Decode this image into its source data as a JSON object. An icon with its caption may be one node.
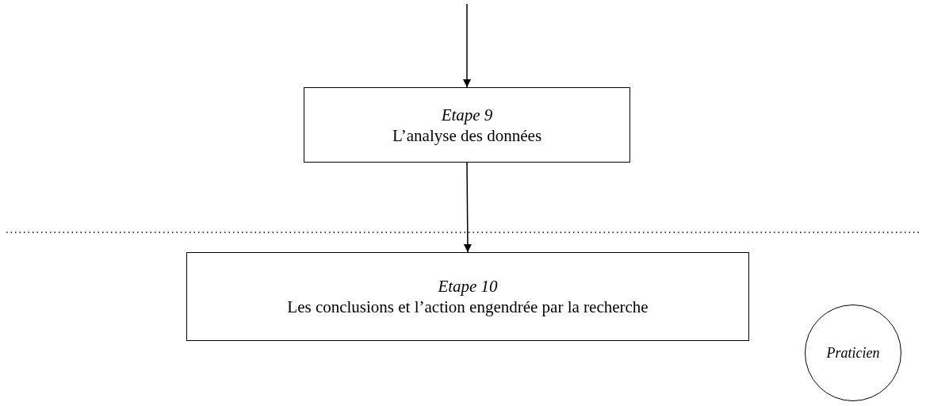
{
  "diagram": {
    "nodes": [
      {
        "text": [
          "Etape 9",
          "L’analyse des données"
        ]
      },
      {
        "text": [
          "Etape 10",
          "Les conclusions et l’action engendrée par la recherche"
        ]
      },
      {
        "text": [
          "Praticien"
        ]
      }
    ],
    "edges": [
      {
        "from": null,
        "to": 0,
        "arrow": "to"
      },
      {
        "from": 0,
        "to": 1,
        "arrow": "to"
      }
    ]
  }
}
